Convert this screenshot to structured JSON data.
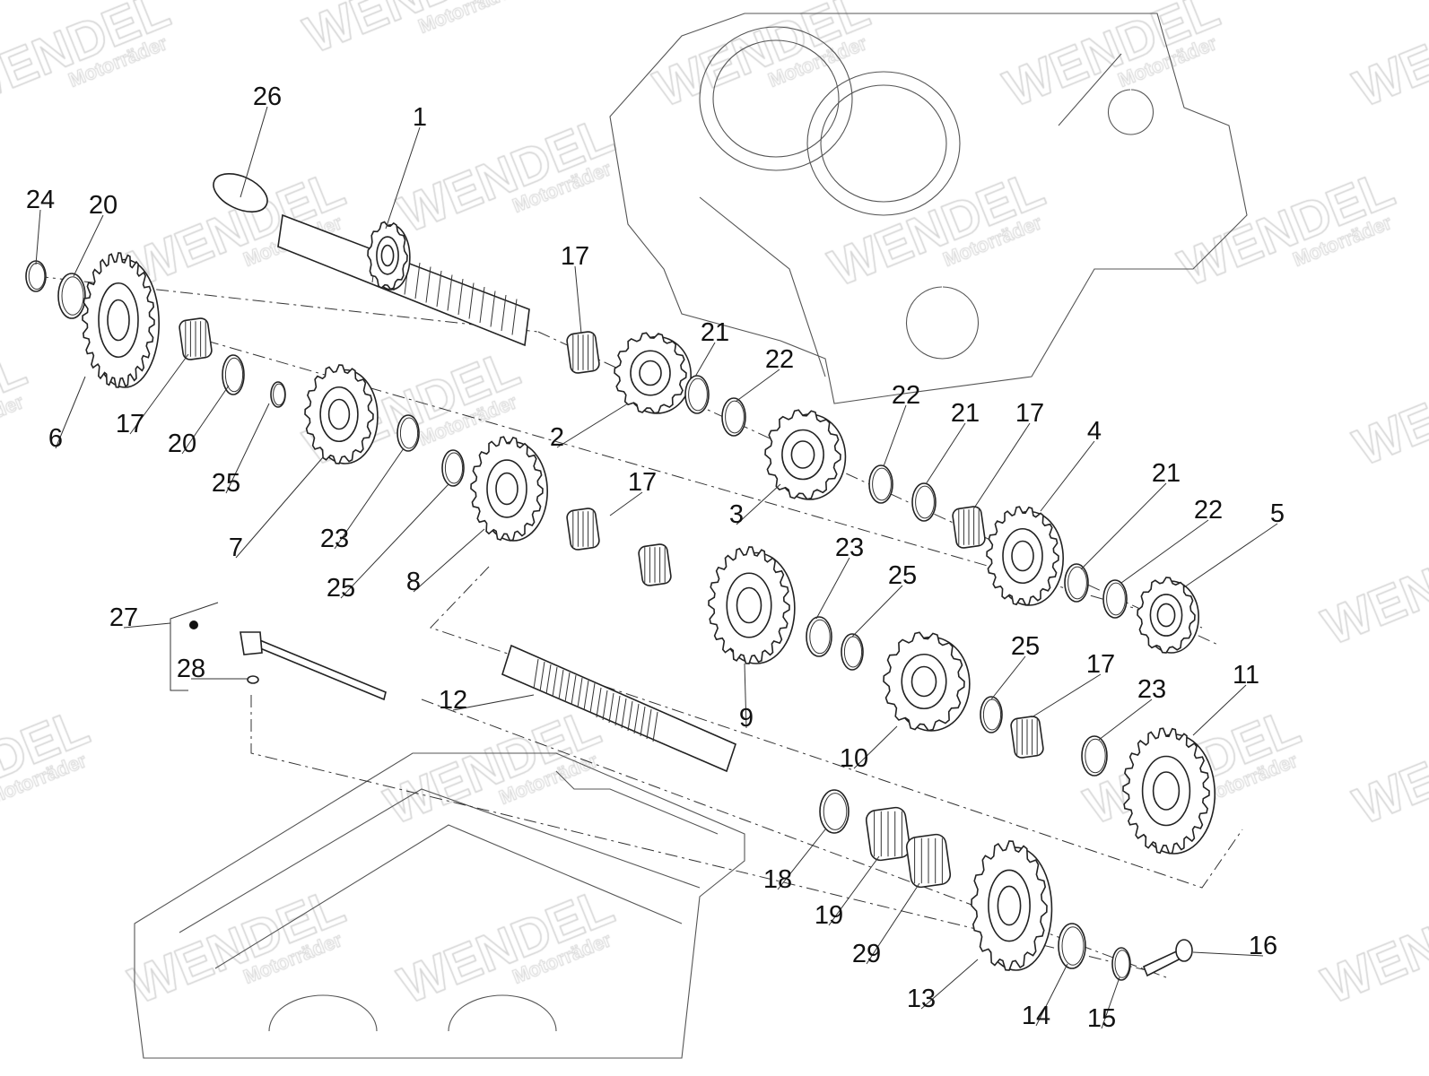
{
  "watermark": {
    "brand": "WENDEL",
    "sub": "Motorräder",
    "color": "#d6d6d6"
  },
  "callouts": [
    "26",
    "1",
    "24",
    "20",
    "17",
    "21",
    "22",
    "6",
    "17",
    "20",
    "2",
    "22",
    "21",
    "17",
    "4",
    "25",
    "7",
    "23",
    "25",
    "8",
    "17",
    "3",
    "21",
    "22",
    "5",
    "23",
    "25",
    "27",
    "28",
    "12",
    "9",
    "25",
    "17",
    "23",
    "11",
    "10",
    "18",
    "19",
    "29",
    "13",
    "14",
    "15",
    "16"
  ]
}
